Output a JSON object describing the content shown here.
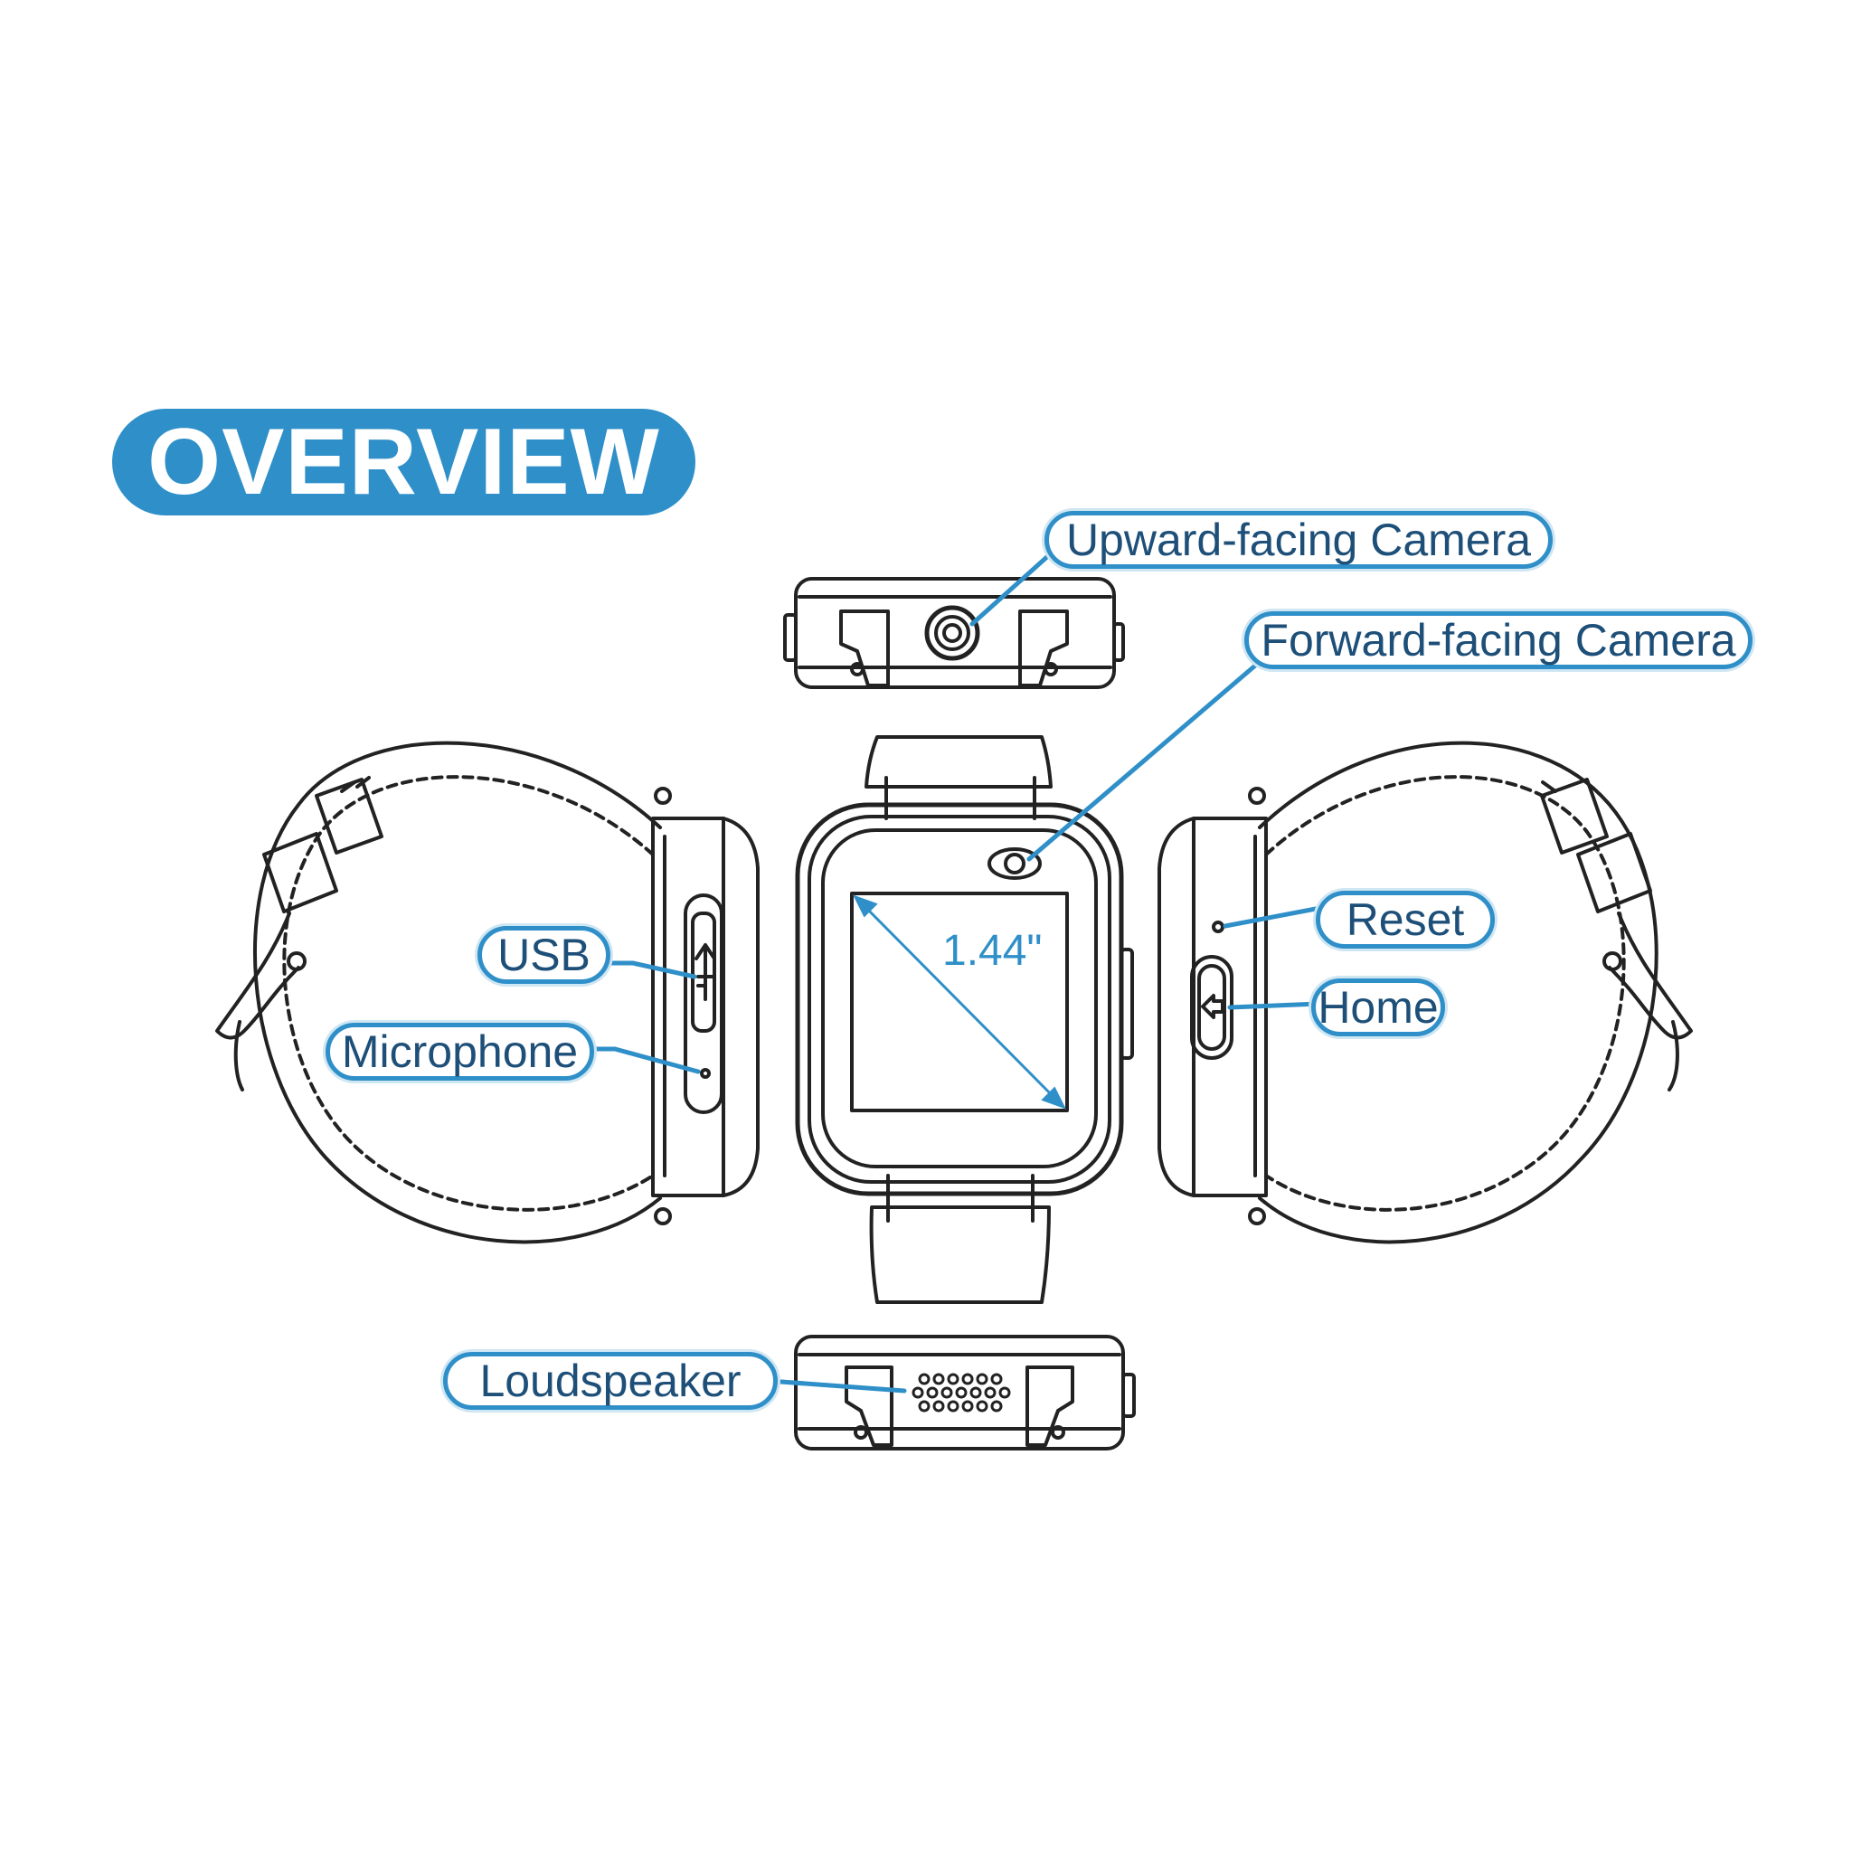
{
  "title": "OVERVIEW",
  "labels": {
    "upward_camera": "Upward-facing Camera",
    "forward_camera": "Forward-facing Camera",
    "usb": "USB",
    "microphone": "Microphone",
    "reset": "Reset",
    "home": "Home",
    "loudspeaker": "Loudspeaker"
  },
  "screen_size": "1.44\"",
  "colors": {
    "accent": "#2f8fc8",
    "label_text": "#1d4f78",
    "line_art": "#222222",
    "background": "#ffffff"
  }
}
